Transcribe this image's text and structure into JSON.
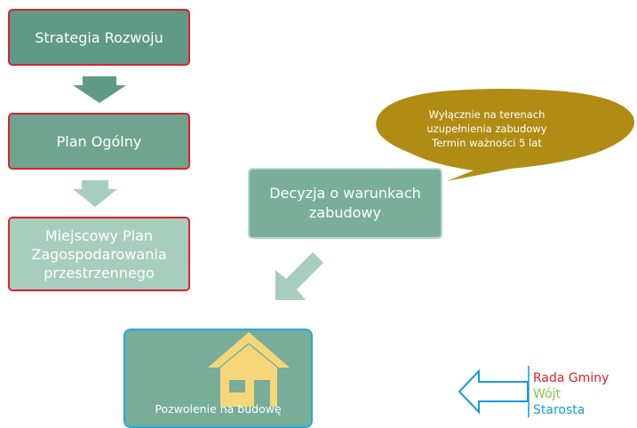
{
  "boxes": {
    "strategy": "Strategia Rozwoju",
    "general_plan": "Plan Ogólny",
    "local_plan": [
      "Miejscowy Plan",
      "Zagospodarowania",
      "przestrzennego"
    ],
    "decision": [
      "Decyzja o warunkach",
      "zabudowy"
    ],
    "permit": "Pozwolenie na budowę"
  },
  "callout": [
    "Wyłącznie na terenach",
    "uzupełnienia zabudowy",
    "Termin ważności 5 lat"
  ],
  "legend": [
    "Rada Gminy",
    "Wójt",
    "Starosta"
  ],
  "colors": {
    "red": "#e0202a",
    "green": "#8bc34a",
    "blue": "#1a9ad6",
    "callout": "#b08c14",
    "house": "#f5d77a"
  },
  "icons": [
    "house-icon",
    "down-arrow-icon",
    "diagonal-arrow-icon",
    "left-arrow-icon"
  ]
}
